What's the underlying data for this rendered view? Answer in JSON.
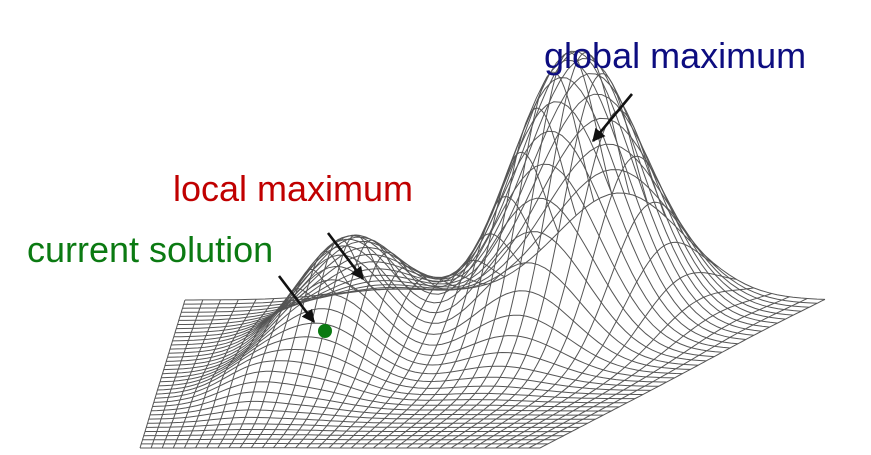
{
  "labels": {
    "global_maximum": "global maximum",
    "local_maximum": "local maximum",
    "current_solution": "current solution"
  },
  "colors": {
    "global_maximum": "#0d0d80",
    "local_maximum": "#c00000",
    "current_solution": "#0b7a12",
    "mesh": "#555555",
    "arrow": "#111111",
    "point": "#0b7a12"
  }
}
